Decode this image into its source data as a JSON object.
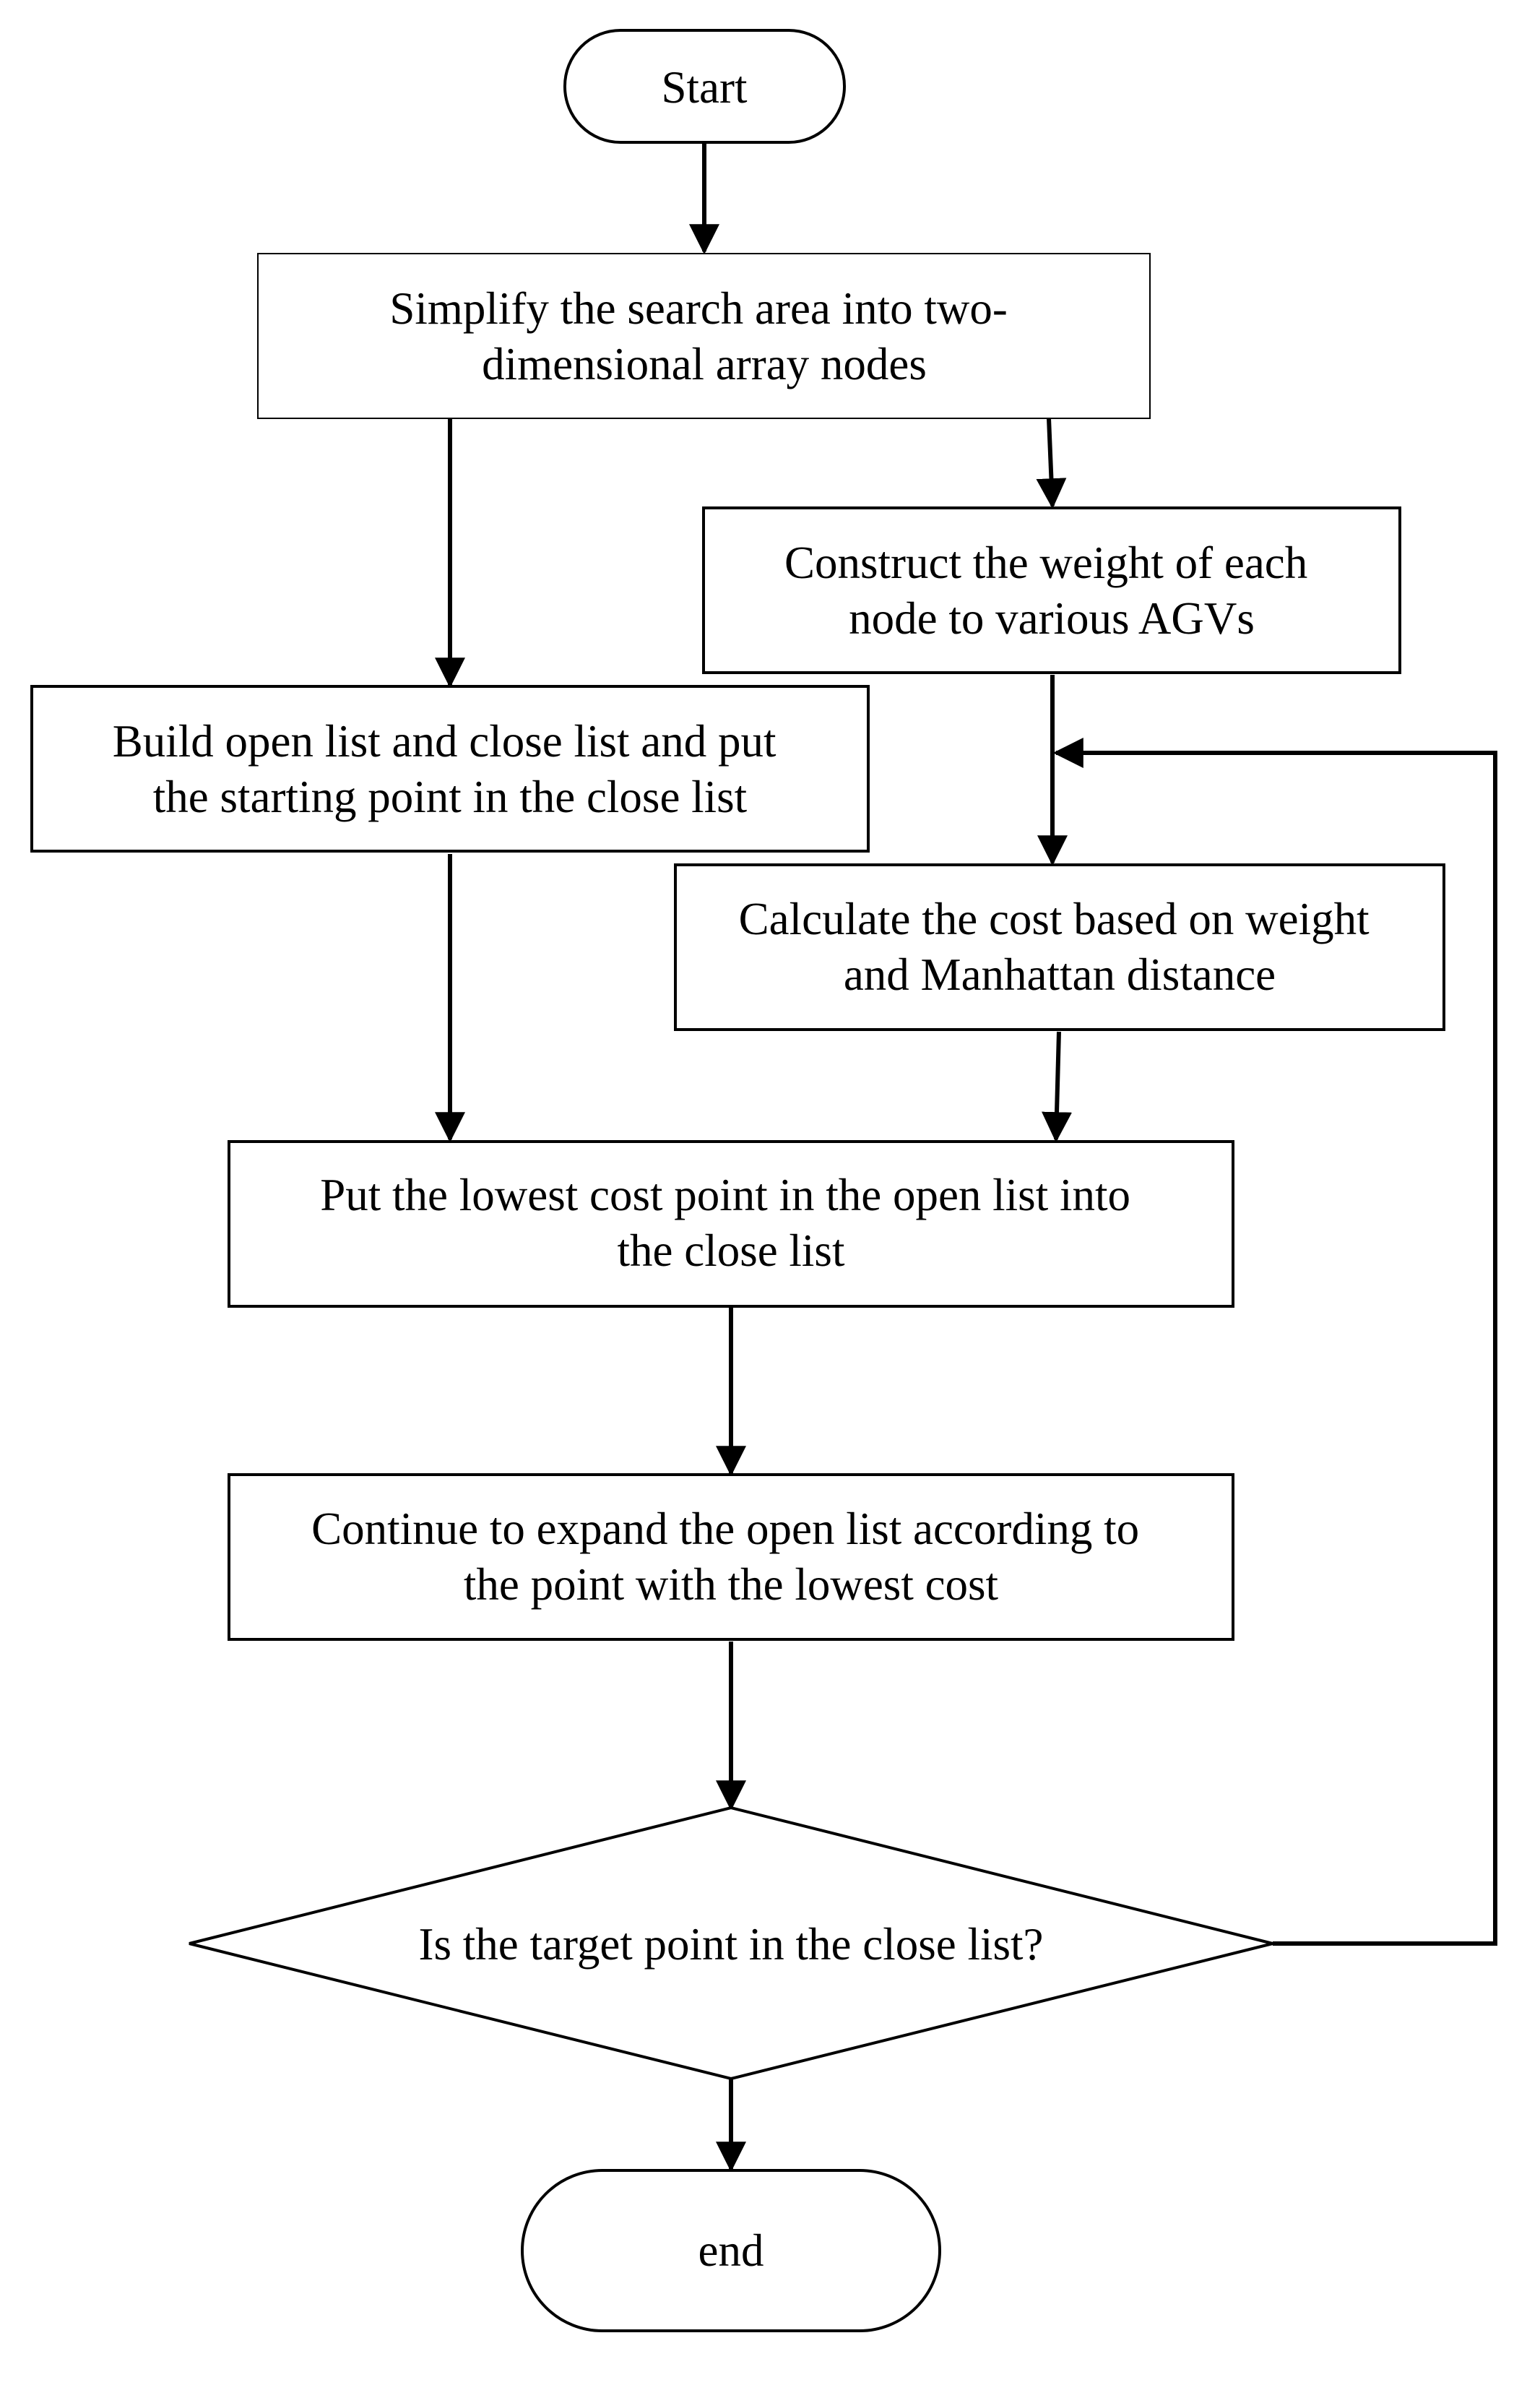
{
  "flowchart": {
    "start": "Start",
    "step1": [
      "Simplify the search area into two-",
      "dimensional array nodes"
    ],
    "step2": [
      "Construct the weight of each",
      "node to various AGVs"
    ],
    "step3": [
      "Build open list and close list and put",
      "the starting point in the close list"
    ],
    "step4": [
      "Calculate the cost based on weight",
      "and Manhattan distance"
    ],
    "step5": [
      "Put the lowest cost point in the open list into",
      "the close list"
    ],
    "step6": [
      "Continue to expand the open list according to",
      "the point with the lowest cost"
    ],
    "decision": "Is the target point in the close list?",
    "end": "end"
  }
}
